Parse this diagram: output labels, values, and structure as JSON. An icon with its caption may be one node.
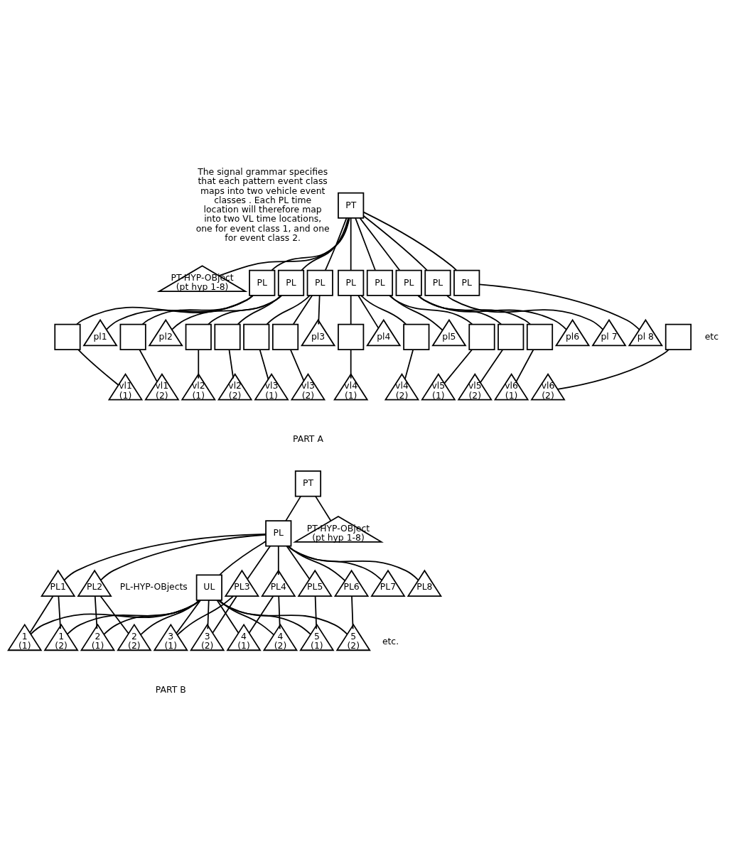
{
  "diagram": {
    "nodes": [
      {
        "text": [
          "PT"
        ]
      },
      {
        "text": [
          "PT-HYP-OBject",
          "(pt hyp 1-8)"
        ]
      },
      {
        "text": [
          "PL"
        ]
      },
      {
        "text": [
          "PL"
        ]
      },
      {
        "text": [
          "PL"
        ]
      },
      {
        "text": [
          "PL"
        ]
      },
      {
        "text": [
          "PL"
        ]
      },
      {
        "text": [
          "PL"
        ]
      },
      {
        "text": [
          "PL"
        ]
      },
      {
        "text": [
          "PL"
        ]
      },
      {
        "text": [
          "pl1"
        ]
      },
      {
        "text": [
          "pl2"
        ]
      },
      {
        "text": [
          "pl3"
        ]
      },
      {
        "text": [
          "pl4"
        ]
      },
      {
        "text": [
          "pl5"
        ]
      },
      {
        "text": [
          "pl6"
        ]
      },
      {
        "text": [
          "pl 7"
        ]
      },
      {
        "text": [
          "pl 8"
        ]
      },
      {
        "text": [],
        "shape": "box"
      },
      {
        "text": [],
        "shape": "box"
      },
      {
        "text": [],
        "shape": "box"
      },
      {
        "text": [],
        "shape": "box"
      },
      {
        "text": [],
        "shape": "box"
      },
      {
        "text": [],
        "shape": "box"
      },
      {
        "text": [],
        "shape": "box"
      },
      {
        "text": [],
        "shape": "box"
      },
      {
        "text": [],
        "shape": "box"
      },
      {
        "text": [],
        "shape": "box"
      },
      {
        "text": [],
        "shape": "box"
      },
      {
        "text": [],
        "shape": "box"
      },
      {
        "text": [
          "vl1",
          "(1)"
        ]
      },
      {
        "text": [
          "vl1",
          "(2)"
        ]
      },
      {
        "text": [
          "vl2",
          "(1)"
        ]
      },
      {
        "text": [
          "vl2",
          "(2)"
        ]
      },
      {
        "text": [
          "vl3",
          "(1)"
        ]
      },
      {
        "text": [
          "vl3",
          "(2)"
        ]
      },
      {
        "text": [
          "vl4",
          "(1)"
        ]
      },
      {
        "text": [
          "vl4",
          "(2)"
        ]
      },
      {
        "text": [
          "vl5",
          "(1)"
        ]
      },
      {
        "text": [
          "vl5",
          "(2)"
        ]
      },
      {
        "text": [
          "vl6",
          "(1)"
        ]
      },
      {
        "text": [
          "vl6",
          "(2)"
        ]
      },
      {
        "text": [
          "PT"
        ]
      },
      {
        "text": [
          "PL"
        ]
      },
      {
        "text": [
          "PT-HYP-OBject",
          "(pt hyp 1-8)"
        ]
      },
      {
        "text": [
          "UL"
        ]
      },
      {
        "text": [
          "PL1"
        ]
      },
      {
        "text": [
          "PL2"
        ]
      },
      {
        "text": [
          "PL3"
        ]
      },
      {
        "text": [
          "PL4"
        ]
      },
      {
        "text": [
          "PL5"
        ]
      },
      {
        "text": [
          "PL6"
        ]
      },
      {
        "text": [
          "PL7"
        ]
      },
      {
        "text": [
          "PL8"
        ]
      },
      {
        "text": [
          "1",
          "(1)"
        ]
      },
      {
        "text": [
          "1",
          "(2)"
        ]
      },
      {
        "text": [
          "2",
          "(1)"
        ]
      },
      {
        "text": [
          "2",
          "(2)"
        ]
      },
      {
        "text": [
          "3",
          "(1)"
        ]
      },
      {
        "text": [
          "3",
          "(2)"
        ]
      },
      {
        "text": [
          "4",
          "(1)"
        ]
      },
      {
        "text": [
          "4",
          "(2)"
        ]
      },
      {
        "text": [
          "5",
          "(1)"
        ]
      },
      {
        "text": [
          "5",
          "(2)"
        ]
      }
    ],
    "edges": [
      {
        "from": 0,
        "to": 2,
        "arrow": "none"
      },
      {
        "from": 0,
        "to": 3,
        "arrow": "none"
      },
      {
        "from": 0,
        "to": 4,
        "arrow": "none"
      },
      {
        "from": 0,
        "to": 5,
        "arrow": "none"
      },
      {
        "from": 0,
        "to": 6,
        "arrow": "none"
      },
      {
        "from": 0,
        "to": 7,
        "arrow": "none"
      },
      {
        "from": 0,
        "to": 8,
        "arrow": "none"
      },
      {
        "from": 0,
        "to": 9,
        "arrow": "none"
      },
      {
        "from": 0,
        "to": 1,
        "arrow": "none"
      },
      {
        "from": 2,
        "to": 10,
        "arrow": "none"
      },
      {
        "from": 3,
        "to": 11,
        "arrow": "none"
      },
      {
        "from": 4,
        "to": 12,
        "arrow": "none"
      },
      {
        "from": 5,
        "to": 13,
        "arrow": "none"
      },
      {
        "from": 6,
        "to": 14,
        "arrow": "none"
      },
      {
        "from": 7,
        "to": 15,
        "arrow": "none"
      },
      {
        "from": 8,
        "to": 16,
        "arrow": "none"
      },
      {
        "from": 9,
        "to": 17,
        "arrow": "none"
      },
      {
        "from": 2,
        "to": 18,
        "arrow": "none"
      },
      {
        "from": 2,
        "to": 19,
        "arrow": "none"
      },
      {
        "from": 3,
        "to": 20,
        "arrow": "none"
      },
      {
        "from": 3,
        "to": 21,
        "arrow": "none"
      },
      {
        "from": 4,
        "to": 22,
        "arrow": "none"
      },
      {
        "from": 4,
        "to": 23,
        "arrow": "none"
      },
      {
        "from": 5,
        "to": 24,
        "arrow": "none"
      },
      {
        "from": 5,
        "to": 25,
        "arrow": "none"
      },
      {
        "from": 6,
        "to": 26,
        "arrow": "none"
      },
      {
        "from": 7,
        "to": 27,
        "arrow": "none"
      },
      {
        "from": 7,
        "to": 28,
        "arrow": "none"
      },
      {
        "from": 18,
        "to": 30,
        "arrow": "none"
      },
      {
        "from": 19,
        "to": 31,
        "arrow": "none"
      },
      {
        "from": 20,
        "to": 32,
        "arrow": "none"
      },
      {
        "from": 21,
        "to": 33,
        "arrow": "none"
      },
      {
        "from": 22,
        "to": 34,
        "arrow": "none"
      },
      {
        "from": 23,
        "to": 35,
        "arrow": "none"
      },
      {
        "from": 24,
        "to": 36,
        "arrow": "none"
      },
      {
        "from": 25,
        "to": 37,
        "arrow": "none"
      },
      {
        "from": 26,
        "to": 38,
        "arrow": "none"
      },
      {
        "from": 27,
        "to": 39,
        "arrow": "none"
      },
      {
        "from": 28,
        "to": 40,
        "arrow": "none"
      },
      {
        "from": 29,
        "to": 41,
        "arrow": "none"
      },
      {
        "from": 42,
        "to": 43,
        "arrow": "none"
      },
      {
        "from": 42,
        "to": 44,
        "arrow": "none"
      },
      {
        "from": 43,
        "to": 45,
        "arrow": "none"
      },
      {
        "from": 43,
        "to": 46,
        "arrow": "none"
      },
      {
        "from": 43,
        "to": 47,
        "arrow": "none"
      },
      {
        "from": 43,
        "to": 48,
        "arrow": "none"
      },
      {
        "from": 43,
        "to": 49,
        "arrow": "none"
      },
      {
        "from": 43,
        "to": 50,
        "arrow": "none"
      },
      {
        "from": 43,
        "to": 51,
        "arrow": "none"
      },
      {
        "from": 43,
        "to": 52,
        "arrow": "none"
      },
      {
        "from": 43,
        "to": 53,
        "arrow": "none"
      },
      {
        "from": 45,
        "to": 54,
        "arrow": "none"
      },
      {
        "from": 45,
        "to": 55,
        "arrow": "none"
      },
      {
        "from": 45,
        "to": 56,
        "arrow": "none"
      },
      {
        "from": 45,
        "to": 57,
        "arrow": "none"
      },
      {
        "from": 45,
        "to": 58,
        "arrow": "none"
      },
      {
        "from": 45,
        "to": 59,
        "arrow": "none"
      },
      {
        "from": 45,
        "to": 60,
        "arrow": "none"
      },
      {
        "from": 45,
        "to": 61,
        "arrow": "none"
      },
      {
        "from": 45,
        "to": 62,
        "arrow": "none"
      },
      {
        "from": 45,
        "to": 63,
        "arrow": "none"
      },
      {
        "from": 46,
        "to": 54,
        "arrow": "none"
      },
      {
        "from": 46,
        "to": 55,
        "arrow": "none"
      },
      {
        "from": 47,
        "to": 56,
        "arrow": "none"
      },
      {
        "from": 47,
        "to": 57,
        "arrow": "none"
      },
      {
        "from": 48,
        "to": 58,
        "arrow": "none"
      },
      {
        "from": 48,
        "to": 59,
        "arrow": "none"
      },
      {
        "from": 49,
        "to": 60,
        "arrow": "none"
      },
      {
        "from": 49,
        "to": 61,
        "arrow": "none"
      },
      {
        "from": 50,
        "to": 62,
        "arrow": "none"
      },
      {
        "from": 51,
        "to": 63,
        "arrow": "none"
      }
    ],
    "labels": [
      "The signal grammar specifies that each pattern event class maps into two vehicle event classes . Each PL time location will therefore map into two VL time locations, one for event class 1, and one for event class 2.",
      "etc",
      "PART A",
      "PL-HYP-OBjects",
      "etc.",
      "PART B"
    ]
  }
}
